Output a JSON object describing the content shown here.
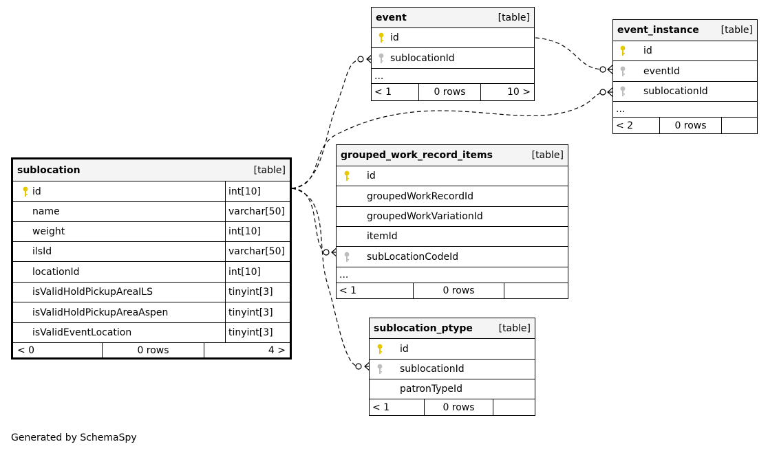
{
  "diagram": {
    "tables": {
      "sublocation": {
        "name": "sublocation",
        "kind": "[table]",
        "columns": [
          {
            "name": "id",
            "type": "int[10]",
            "icon": "primary-key"
          },
          {
            "name": "name",
            "type": "varchar[50]",
            "icon": ""
          },
          {
            "name": "weight",
            "type": "int[10]",
            "icon": ""
          },
          {
            "name": "ilsId",
            "type": "varchar[50]",
            "icon": ""
          },
          {
            "name": "locationId",
            "type": "int[10]",
            "icon": ""
          },
          {
            "name": "isValidHoldPickupAreaILS",
            "type": "tinyint[3]",
            "icon": ""
          },
          {
            "name": "isValidHoldPickupAreaAspen",
            "type": "tinyint[3]",
            "icon": ""
          },
          {
            "name": "isValidEventLocation",
            "type": "tinyint[3]",
            "icon": ""
          }
        ],
        "nav": {
          "parents": "< 0",
          "rows": "0 rows",
          "children": "4 >"
        }
      },
      "event": {
        "name": "event",
        "kind": "[table]",
        "columns": [
          {
            "name": "id",
            "icon": "primary-key"
          },
          {
            "name": "sublocationId",
            "icon": "foreign-key"
          }
        ],
        "more": "...",
        "nav": {
          "parents": "< 1",
          "rows": "0 rows",
          "children": "10 >"
        }
      },
      "event_instance": {
        "name": "event_instance",
        "kind": "[table]",
        "columns": [
          {
            "name": "id",
            "icon": "primary-key"
          },
          {
            "name": "eventId",
            "icon": "foreign-key"
          },
          {
            "name": "sublocationId",
            "icon": "foreign-key"
          }
        ],
        "more": "...",
        "nav": {
          "parents": "< 2",
          "rows": "0 rows",
          "children": ""
        }
      },
      "grouped_work_record_items": {
        "name": "grouped_work_record_items",
        "kind": "[table]",
        "columns": [
          {
            "name": "id",
            "icon": "primary-key"
          },
          {
            "name": "groupedWorkRecordId",
            "icon": ""
          },
          {
            "name": "groupedWorkVariationId",
            "icon": ""
          },
          {
            "name": "itemId",
            "icon": ""
          },
          {
            "name": "subLocationCodeId",
            "icon": "foreign-key"
          }
        ],
        "more": "...",
        "nav": {
          "parents": "< 1",
          "rows": "0 rows",
          "children": ""
        }
      },
      "sublocation_ptype": {
        "name": "sublocation_ptype",
        "kind": "[table]",
        "columns": [
          {
            "name": "id",
            "icon": "primary-key"
          },
          {
            "name": "sublocationId",
            "icon": "foreign-key"
          },
          {
            "name": "patronTypeId",
            "icon": ""
          }
        ],
        "nav": {
          "parents": "< 1",
          "rows": "0 rows",
          "children": ""
        }
      }
    },
    "colors": {
      "primary_key": "#e6c800",
      "foreign_key": "#bdbdbd",
      "header_bg": "#f4f4f4"
    }
  },
  "footer": "Generated by SchemaSpy"
}
